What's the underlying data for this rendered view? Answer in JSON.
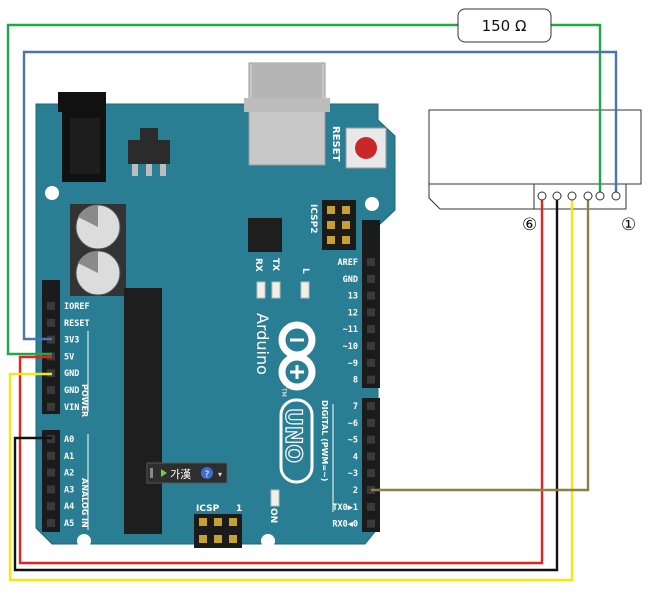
{
  "resistor": {
    "label": "150 Ω"
  },
  "module": {
    "pin_first_label": "①",
    "pin_last_label": "⑥"
  },
  "board": {
    "name": "Arduino",
    "model": "UNO",
    "trademark": "TM",
    "reset_label": "RESET",
    "icsp2_label": "ICSP2",
    "icsp_label": "ICSP",
    "icsp_pin1": "1",
    "tx_led": "TX",
    "rx_led": "RX",
    "l_led": "L",
    "on_led": "ON",
    "power_section": "POWER",
    "analog_section": "ANALOG IN",
    "digital_section": "DIGITAL (PWM=~)",
    "power_pins": [
      "IOREF",
      "RESET",
      "3V3",
      "5V",
      "GND",
      "GND",
      "VIN"
    ],
    "analog_pins": [
      "A0",
      "A1",
      "A2",
      "A3",
      "A4",
      "A5"
    ],
    "digital_top_pins": [
      "AREF",
      "GND",
      "13",
      "12",
      "~11",
      "~10",
      "~9",
      "8"
    ],
    "digital_bottom_pins": [
      "7",
      "~6",
      "~5",
      "4",
      "~3",
      "2",
      "TX0▶1",
      "RX0◀0"
    ]
  },
  "ime_widget": {
    "text": "가漢"
  },
  "colors": {
    "board": "#2a7e94",
    "board_dark": "#1f6577",
    "header": "#1b1b1b",
    "wire_green": "#1fa84a",
    "wire_blue": "#4a74b8",
    "wire_red": "#e82020",
    "wire_black": "#111111",
    "wire_yellow": "#f5e614",
    "wire_olive": "#8f7f45",
    "reset_button": "#c8282a"
  }
}
